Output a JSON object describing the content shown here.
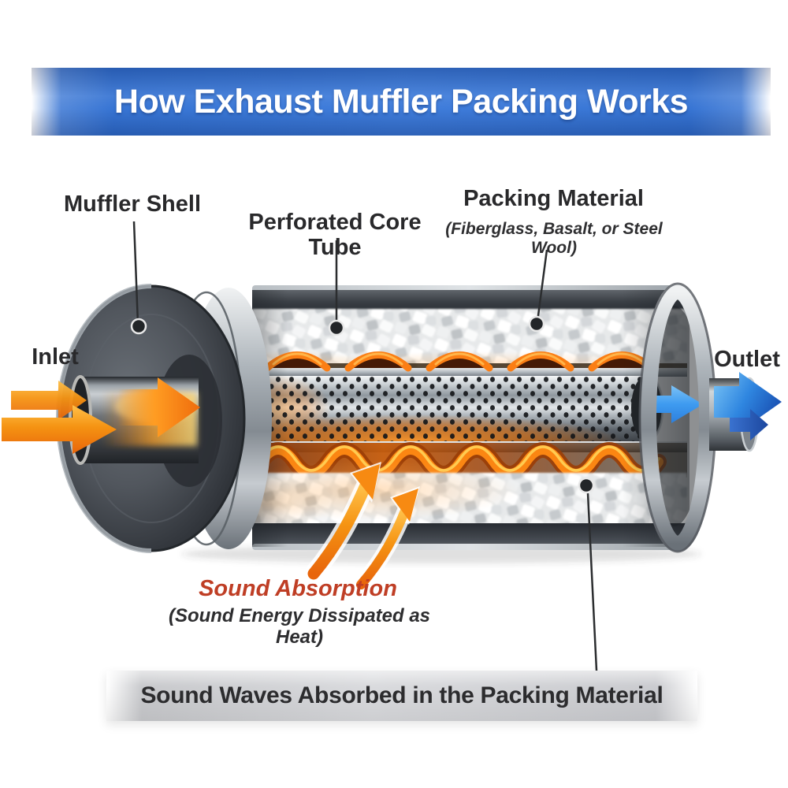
{
  "title": {
    "text": "How Exhaust Muffler Packing Works"
  },
  "labels": {
    "muffler_shell": "Muffler Shell",
    "perforated_core_tube": "Perforated Core Tube",
    "packing_material": "Packing Material",
    "packing_material_sub": "(Fiberglass, Basalt, or Steel Wool)",
    "inlet": "Inlet",
    "outlet": "Outlet",
    "sound_absorption": "Sound Absorption",
    "sound_absorption_sub": "(Sound Energy Dissipated as Heat)",
    "bottom_banner": "Sound Waves Absorbed in the Packing Material"
  },
  "colors": {
    "banner_blue": "#2f6fd2",
    "banner_text": "#ffffff",
    "label_text": "#29292b",
    "sound_absorption_red": "#bf3e25",
    "inlet_arrow_orange": "#f58a15",
    "outlet_arrow_blue": "#2f86e0",
    "heat_wave_orange": "#fb8612",
    "bottom_banner_gray": "#cdced1"
  },
  "diagram": {
    "type": "cutaway-exhaust-muffler",
    "flow_direction": "left-to-right",
    "labeled_parts": [
      "Muffler Shell",
      "Perforated Core Tube",
      "Packing Material",
      "Inlet",
      "Outlet"
    ]
  }
}
